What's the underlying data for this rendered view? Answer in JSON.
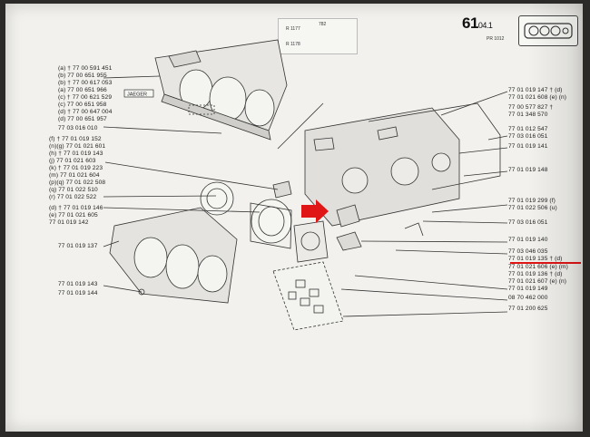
{
  "header": {
    "page_number": "61",
    "page_sub": "04.1",
    "page_ref": "PR 1012",
    "legend": [
      {
        "model": "R 1177",
        "code": "782"
      },
      {
        "model": "R 1178",
        "code": ""
      }
    ]
  },
  "labels_left": [
    "(a) † 77 00 591 451",
    "(b) 77 00 651 955",
    "(b) † 77 00 617 053",
    "(a) 77 00 651 966",
    "(c) † 77 00 621 529",
    "(c) 77 00 651 958",
    "(d) † 77 00 647 004",
    "(d) 77 00 651 957",
    "77 03 016 010",
    "(f) † 77 01 019 152",
    "(n)(g) 77 01 021 601",
    "(h) † 77 01 019 143",
    "(j) 77 01 021 603",
    "(k) † 77 01 019 223",
    "(m) 77 01 021 604",
    "(p)(q) 77 01 022 508",
    "(q) 77 01 022 510",
    "(r) 77 01 022 522",
    "(d) † 77 01 019 146",
    "(e) 77 01 021 605",
    "77 01 019 142",
    "77 01 019 137",
    "77 01 019 143",
    "77 01 019 144"
  ],
  "labels_right": [
    "77 01 019 147 † (d)",
    "77 01 021 608 (e) (n)",
    "77 00 577 827 †",
    "77 01 348 570",
    "77 01 012 547",
    "77 03 016 051",
    "77 01 019 141",
    "77 01 019 148",
    "77 01 019 299 (f)",
    "77 01 022 506 (u)",
    "77 03 016 051",
    "77 01 019 140",
    "77 03 046 035",
    "77 01 019 135 † (d)",
    "77 01 021 606 (e) (m)",
    "77 01 019 136 † (d)",
    "77 01 021 607 (e) (n)",
    "77 01 019 149",
    "08 70 462 000",
    "77 01 200 625"
  ],
  "tag_label": "JAEGER",
  "colors": {
    "paper": "#f2f1ed",
    "ink": "#222222",
    "highlight": "#e01515"
  },
  "icons": [
    "red-arrow-icon",
    "screw-icon",
    "bulb-icon",
    "clip-icon"
  ]
}
